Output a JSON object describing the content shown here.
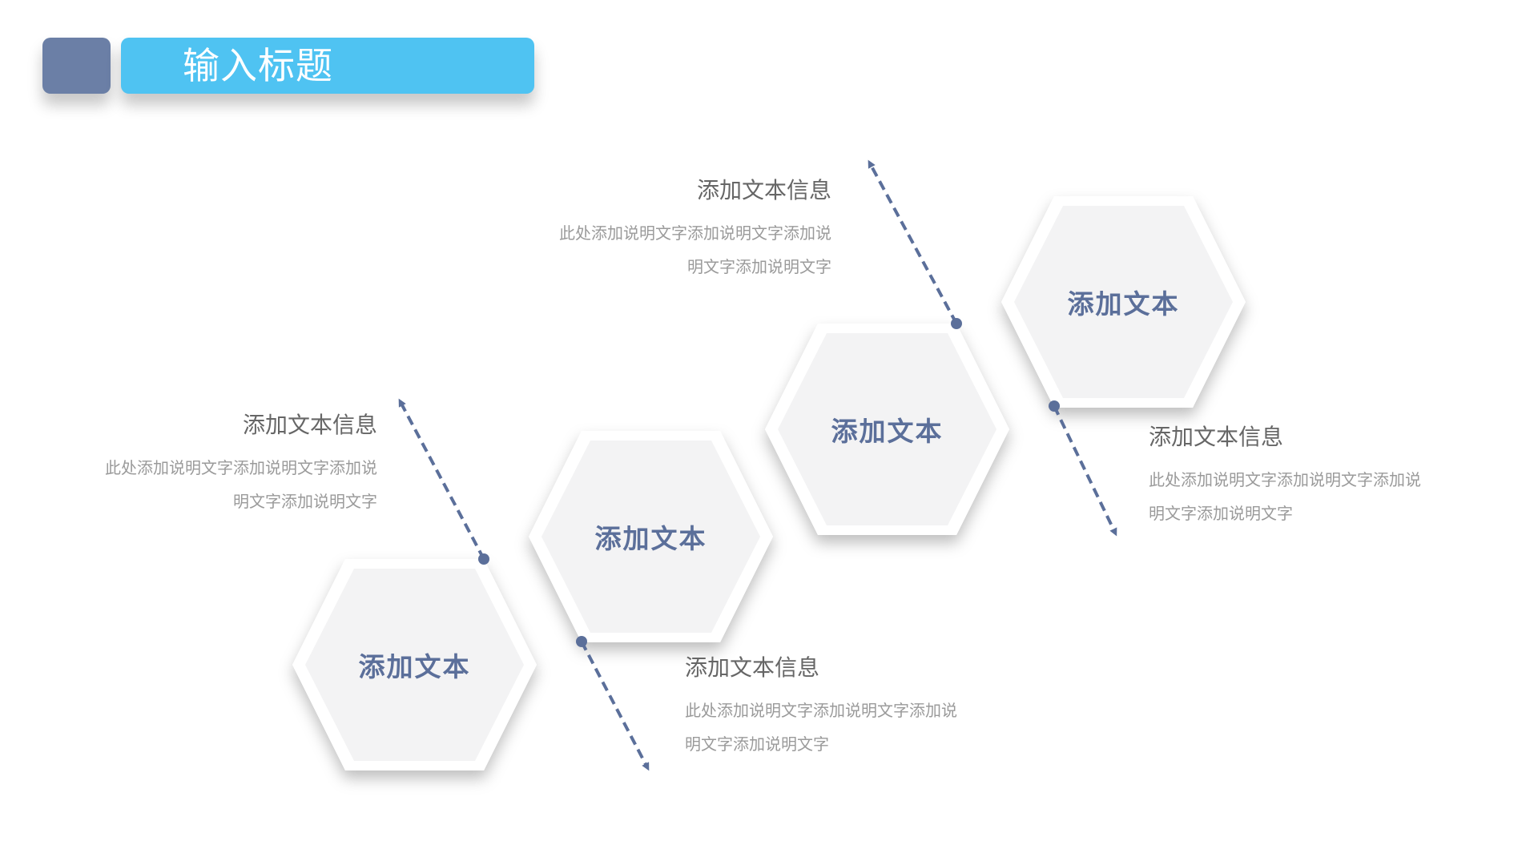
{
  "title": {
    "text": "输入标题",
    "square_color": "#6b7fa6",
    "bar_color": "#4fc3f2"
  },
  "colors": {
    "accent": "#5b6f9a",
    "hex_fill": "#f3f3f4",
    "hex_border": "#ffffff",
    "heading_text": "#666666",
    "body_text": "#9a9a9a"
  },
  "hexagons": [
    {
      "label": "添加文本"
    },
    {
      "label": "添加文本"
    },
    {
      "label": "添加文本"
    },
    {
      "label": "添加文本"
    }
  ],
  "info_blocks": [
    {
      "heading": "添加文本信息",
      "line1": "此处添加说明文字添加说明文字添加说",
      "line2": "明文字添加说明文字"
    },
    {
      "heading": "添加文本信息",
      "line1": "此处添加说明文字添加说明文字添加说",
      "line2": "明文字添加说明文字"
    },
    {
      "heading": "添加文本信息",
      "line1": "此处添加说明文字添加说明文字添加说",
      "line2": "明文字添加说明文字"
    },
    {
      "heading": "添加文本信息",
      "line1": "此处添加说明文字添加说明文字添加说",
      "line2": "明文字添加说明文字"
    }
  ]
}
